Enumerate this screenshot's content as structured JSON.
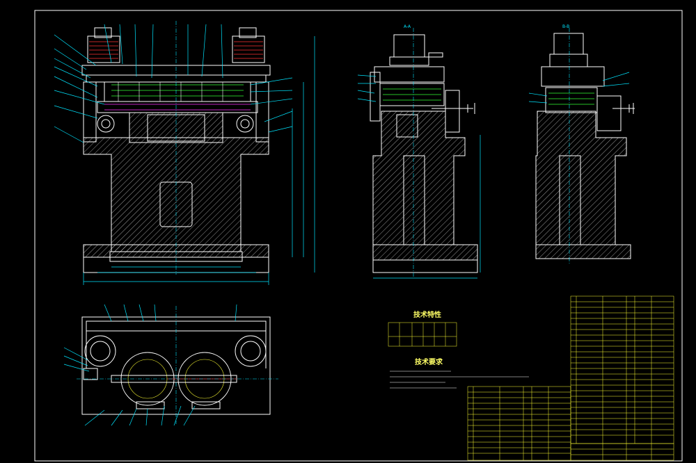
{
  "drawing": {
    "view_a_label": "A-A",
    "view_b_label": "B-B",
    "spec_table_title": "技术特性",
    "requirements_title": "技术要求",
    "colors": {
      "background": "#000000",
      "outline": "#ffffff",
      "dimension": "#00e5ff",
      "centerline": "#00e5ff",
      "table_grid": "#ffff33",
      "accent_green": "#33ff33",
      "accent_red": "#ff3333"
    }
  }
}
